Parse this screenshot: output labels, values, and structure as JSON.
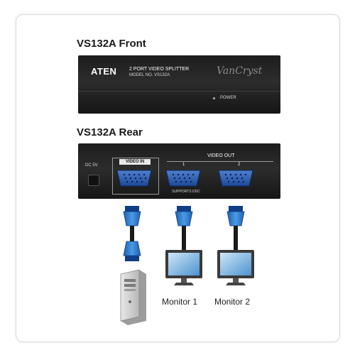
{
  "front": {
    "title": "VS132A Front",
    "brand": "ATEN",
    "product_line1": "2 PORT VIDEO SPLITTER",
    "product_line2": "MODEL NO. VS132A",
    "series": "VanCryst",
    "power_label": "POWER"
  },
  "rear": {
    "title": "VS132A Rear",
    "power_input_label": "DC 5V",
    "video_in_label": "VIDEO IN",
    "video_out_label": "VIDEO OUT",
    "port1": "1",
    "port2": "2",
    "ddc_note": "SUPPORTS DDC"
  },
  "diagram": {
    "monitor1": "Monitor 1",
    "monitor2": "Monitor 2"
  },
  "colors": {
    "device_body": "#222222",
    "vga_blue": "#1f4fa0",
    "cable_blue": "#2a76c6"
  }
}
